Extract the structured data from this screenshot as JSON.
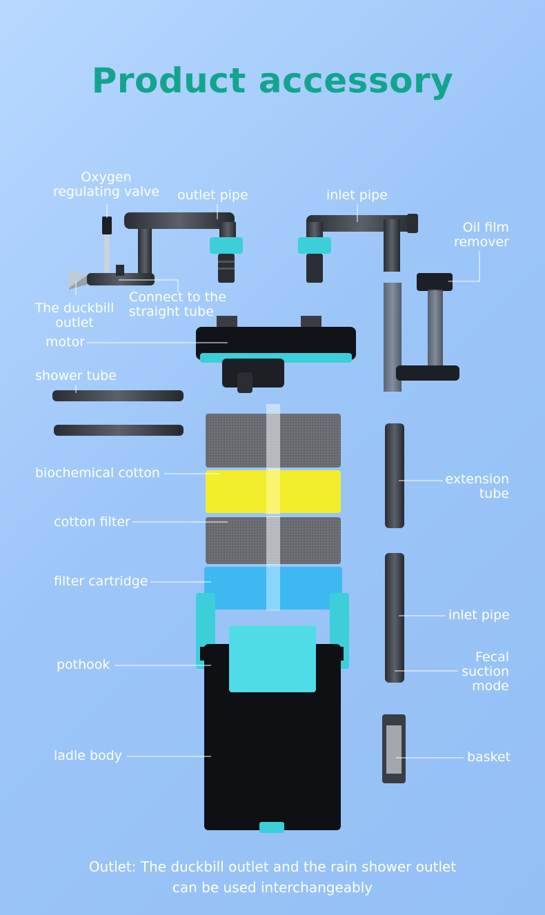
{
  "title": "Product accessory",
  "labels": {
    "oxygen_valve": "Oxygen\nregulating valve",
    "outlet_pipe": "outlet pipe",
    "inlet_pipe_top": "inlet pipe",
    "oil_film_remover": "Oil film\nremover",
    "duckbill_outlet": "The duckbill\noutlet",
    "connect_straight_tube": "Connect to the\nstraight tube",
    "motor": "motor",
    "shower_tube": "shower tube",
    "biochemical_cotton": "biochemical cotton",
    "extension_tube": "extension\ntube",
    "cotton_filter": "cotton filter",
    "filter_cartridge": "filter cartridge",
    "inlet_pipe_right": "inlet pipe",
    "pothook": "pothook",
    "fecal_suction_mode": "Fecal\nsuction\nmode",
    "ladle_body": "ladle body",
    "basket": "basket"
  },
  "footer": {
    "line1": "Outlet: The duckbill outlet and the rain shower outlet",
    "line2": "can be used interchangeably"
  },
  "colors": {
    "title": "#14a48e",
    "teal": "#3ccfd9",
    "yellow": "#f2ee2b",
    "blue_sponge": "#3fb8f2",
    "dark_part": "#1c1f24"
  }
}
